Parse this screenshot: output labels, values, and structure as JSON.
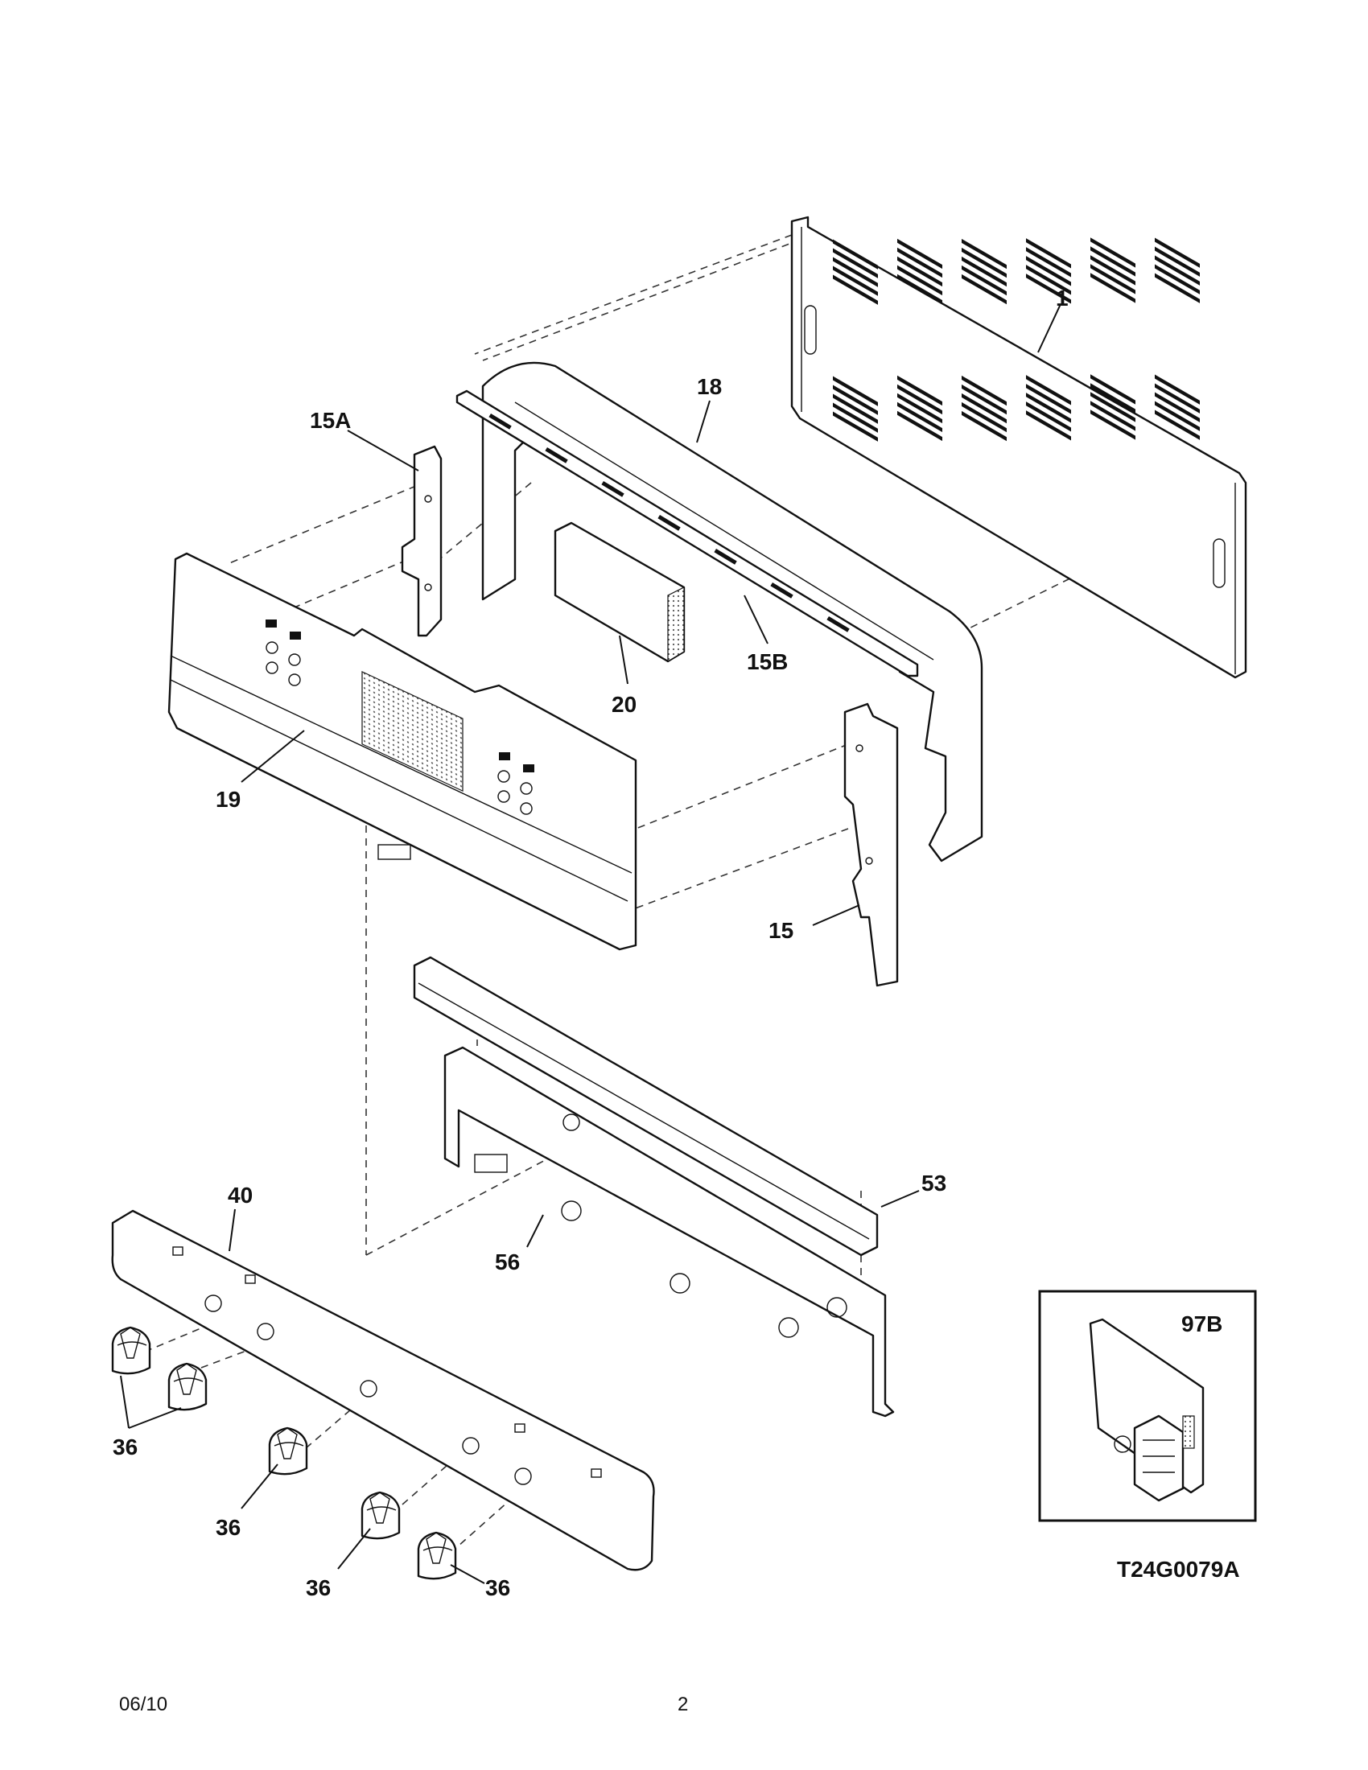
{
  "callouts": {
    "c1": "1",
    "c18": "18",
    "c15a": "15A",
    "c15b": "15B",
    "c20": "20",
    "c19": "19",
    "c15": "15",
    "c53": "53",
    "c56": "56",
    "c40": "40",
    "c36a": "36",
    "c36b": "36",
    "c36c": "36",
    "c36d": "36",
    "c97b": "97B"
  },
  "diagram_code": "T24G0079A",
  "footer": {
    "date": "06/10",
    "page_number": "2"
  }
}
